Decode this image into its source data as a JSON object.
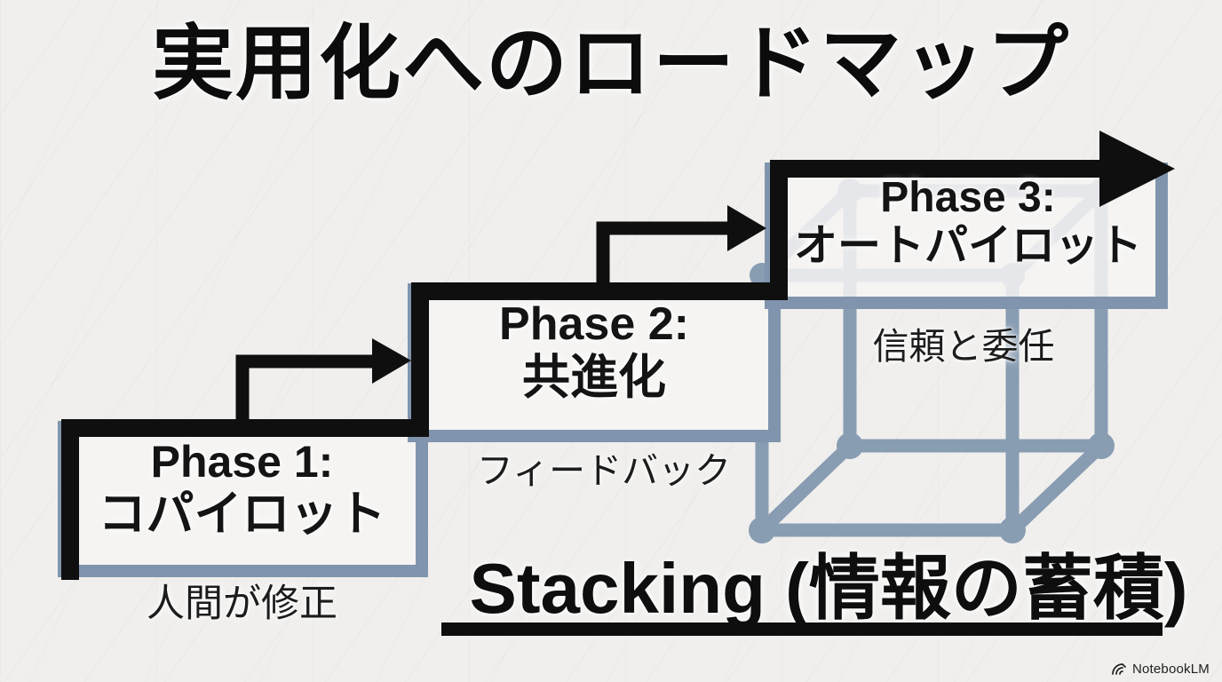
{
  "slide": {
    "title": "実用化へのロードマップ",
    "footer_heading": "Stacking (情報の蓄積)",
    "watermark": "NotebookLM"
  },
  "phases": [
    {
      "label": "Phase 1:",
      "name": "コパイロット",
      "caption": "人間が修正"
    },
    {
      "label": "Phase 2:",
      "name": "共進化",
      "caption": "フィードバック"
    },
    {
      "label": "Phase 3:",
      "name": "オートパイロット",
      "caption": "信頼と委任"
    }
  ],
  "colors": {
    "background": "#f0efed",
    "ink": "#0e0e0e",
    "slate": "#8095ad",
    "box_fill": "#f5f4f2"
  }
}
